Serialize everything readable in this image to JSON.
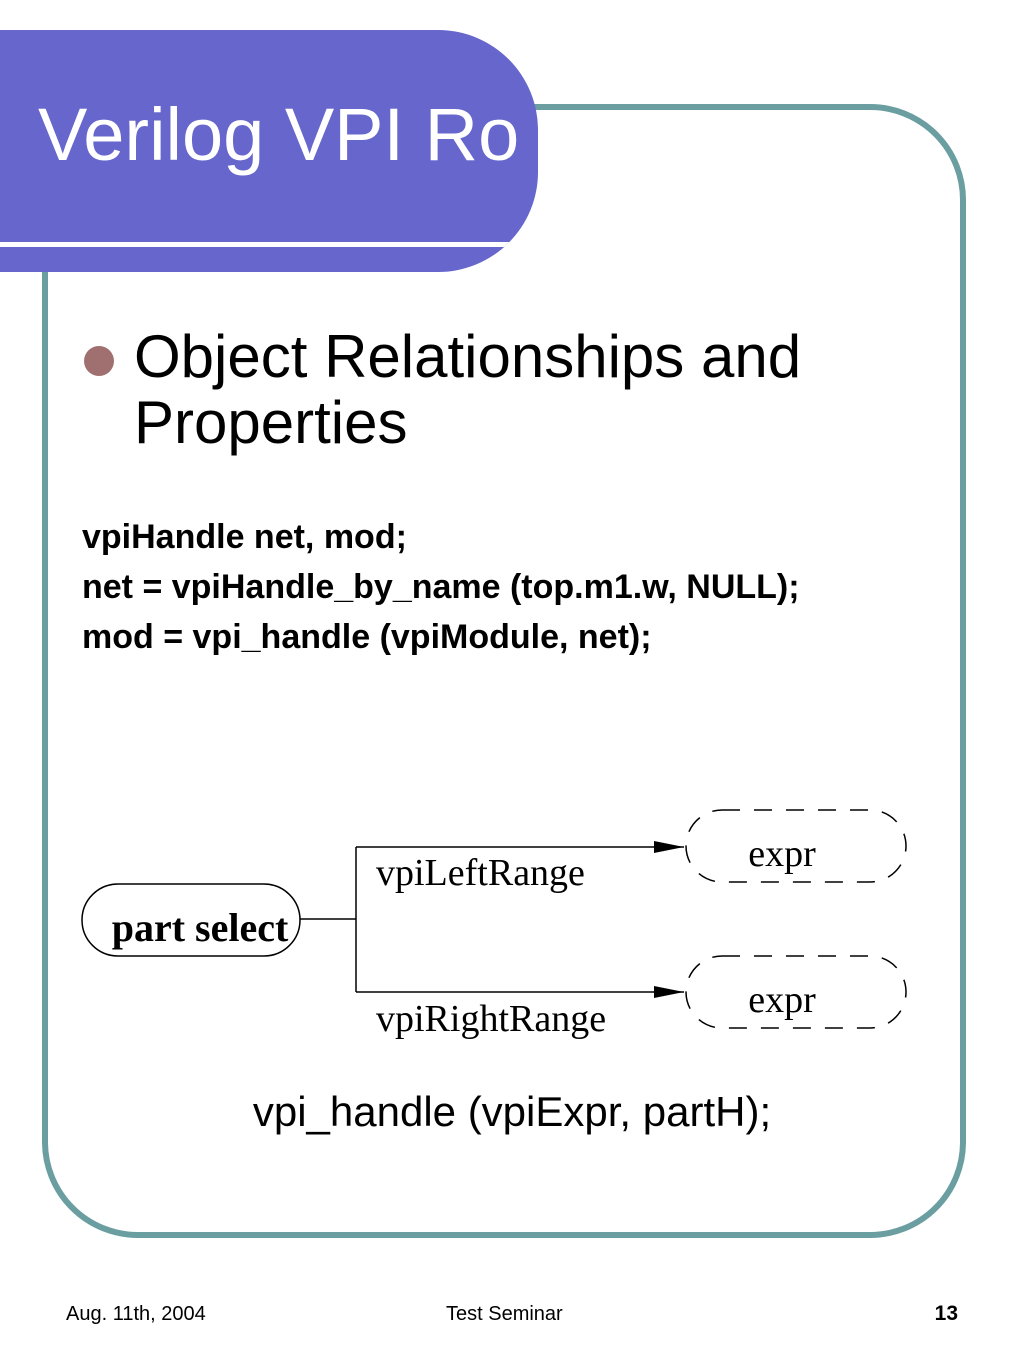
{
  "slide": {
    "title": "Verilog VPI Ro",
    "bullet": "Object Relationships and Properties",
    "code_lines": [
      "vpiHandle net, mod;",
      "net = vpiHandle_by_name (top.m1.w, NULL);",
      "mod = vpi_handle (vpiModule, net);"
    ],
    "caption": "vpi_handle (vpiExpr, partH);"
  },
  "diagram": {
    "source_node": "part select",
    "edge_top": "vpiLeftRange",
    "edge_bottom": "vpiRightRange",
    "target_top": "expr",
    "target_bottom": "expr"
  },
  "footer": {
    "date": "Aug. 11th, 2004",
    "event": "Test Seminar",
    "page_number": "13"
  },
  "colors": {
    "title_bar": "#6666cc",
    "frame_border": "#6b9ea0",
    "bullet": "#a07070"
  }
}
